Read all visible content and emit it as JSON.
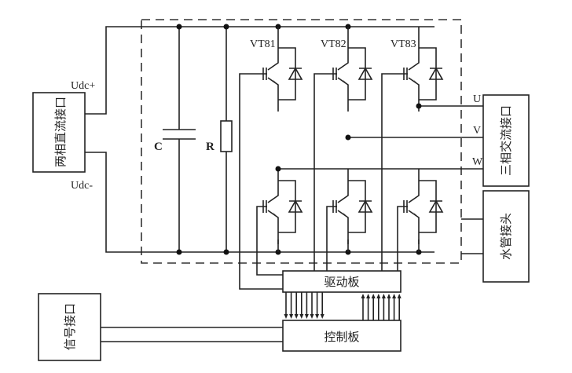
{
  "title": "三相逆变器系统结构图",
  "labels": {
    "dc_interface": "两相直流接口",
    "udc_plus": "Udc+",
    "udc_minus": "Udc-",
    "capacitor": "C",
    "resistor": "R",
    "vt81": "VT81",
    "vt82": "VT82",
    "vt83": "VT83",
    "phase_u": "U",
    "phase_v": "V",
    "phase_w": "W",
    "ac_interface": "三相交流接口",
    "water_connector": "水管接头",
    "driver_board": "驱动板",
    "control_board": "控制板",
    "signal_interface": "信号接口"
  },
  "components": [
    {
      "id": "VT81",
      "type": "IGBT leg",
      "phase": "W"
    },
    {
      "id": "VT82",
      "type": "IGBT leg",
      "phase": "V"
    },
    {
      "id": "VT83",
      "type": "IGBT leg",
      "phase": "U"
    }
  ],
  "bus": {
    "down_arrows": 8,
    "up_arrows": 8
  }
}
